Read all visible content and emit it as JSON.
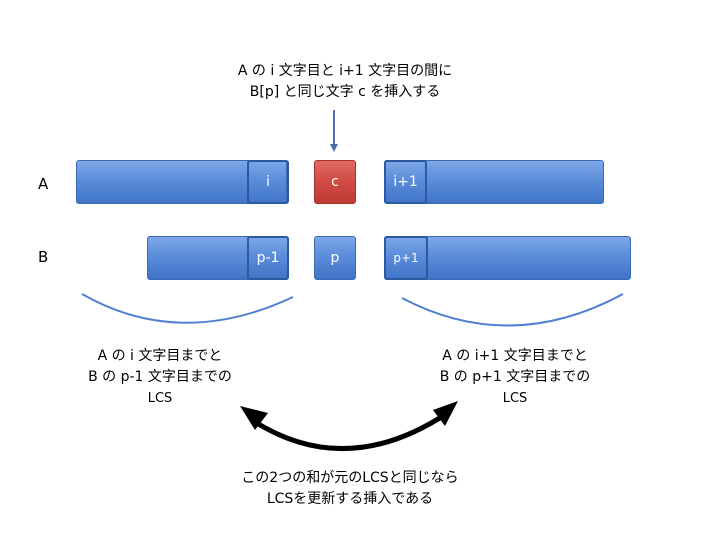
{
  "top_caption": {
    "line1": "A の i 文字目と i+1 文字目の間に",
    "line2": "B[p] と同じ文字 c を挿入する"
  },
  "rows": {
    "a_label": "A",
    "b_label": "B"
  },
  "cells": {
    "a_i": "i",
    "a_c": "c",
    "a_i1": "i+1",
    "b_p1": "p-1",
    "b_p": "p",
    "b_pp1": "p+1"
  },
  "left_caption": {
    "line1": "A の i 文字目までと",
    "line2": "B の p-1 文字目までの",
    "line3": "LCS"
  },
  "right_caption": {
    "line1": "A の i+1 文字目までと",
    "line2": "B の p+1 文字目までの",
    "line3": "LCS"
  },
  "bottom_caption": {
    "line1": "この2つの和が元のLCSと同じなら",
    "line2": "LCSを更新する挿入である"
  },
  "colors": {
    "bar_blue": "#4f81d0",
    "cell_red": "#d24b45",
    "arrow_blue": "#4a6fa8",
    "curve_blue": "#4f81d0"
  }
}
